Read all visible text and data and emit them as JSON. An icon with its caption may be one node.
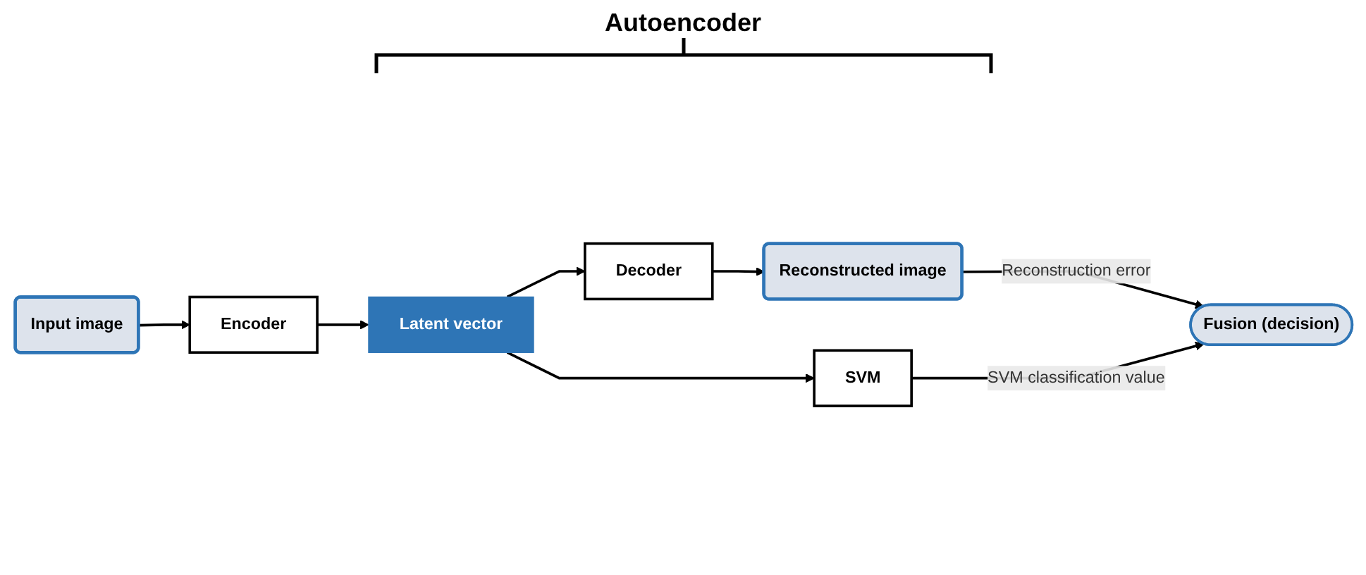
{
  "diagram": {
    "nodes": [
      {
        "text": [
          "Input image"
        ]
      },
      {
        "text": [
          "Encoder"
        ]
      },
      {
        "text": [
          "Latent vector"
        ]
      },
      {
        "text": [
          "Decoder"
        ]
      },
      {
        "text": [
          "Reconstructed image"
        ]
      },
      {
        "text": [
          "SVM"
        ]
      },
      {
        "text": [
          "Fusion (decision)"
        ]
      }
    ],
    "edges": [
      {
        "from": 0,
        "to": 1,
        "arrow": "to"
      },
      {
        "from": 1,
        "to": 2,
        "arrow": "to"
      },
      {
        "from": 2,
        "to": 3,
        "arrow": "to"
      },
      {
        "from": 3,
        "to": 4,
        "arrow": "to"
      },
      {
        "from": 2,
        "to": 5,
        "arrow": "to"
      },
      {
        "from": 4,
        "to": 6,
        "label": "Reconstruction error",
        "arrow": "to"
      },
      {
        "from": 5,
        "to": 6,
        "label": "SVM classification value",
        "arrow": "to"
      }
    ],
    "labels": [
      "Autoencoder"
    ]
  }
}
